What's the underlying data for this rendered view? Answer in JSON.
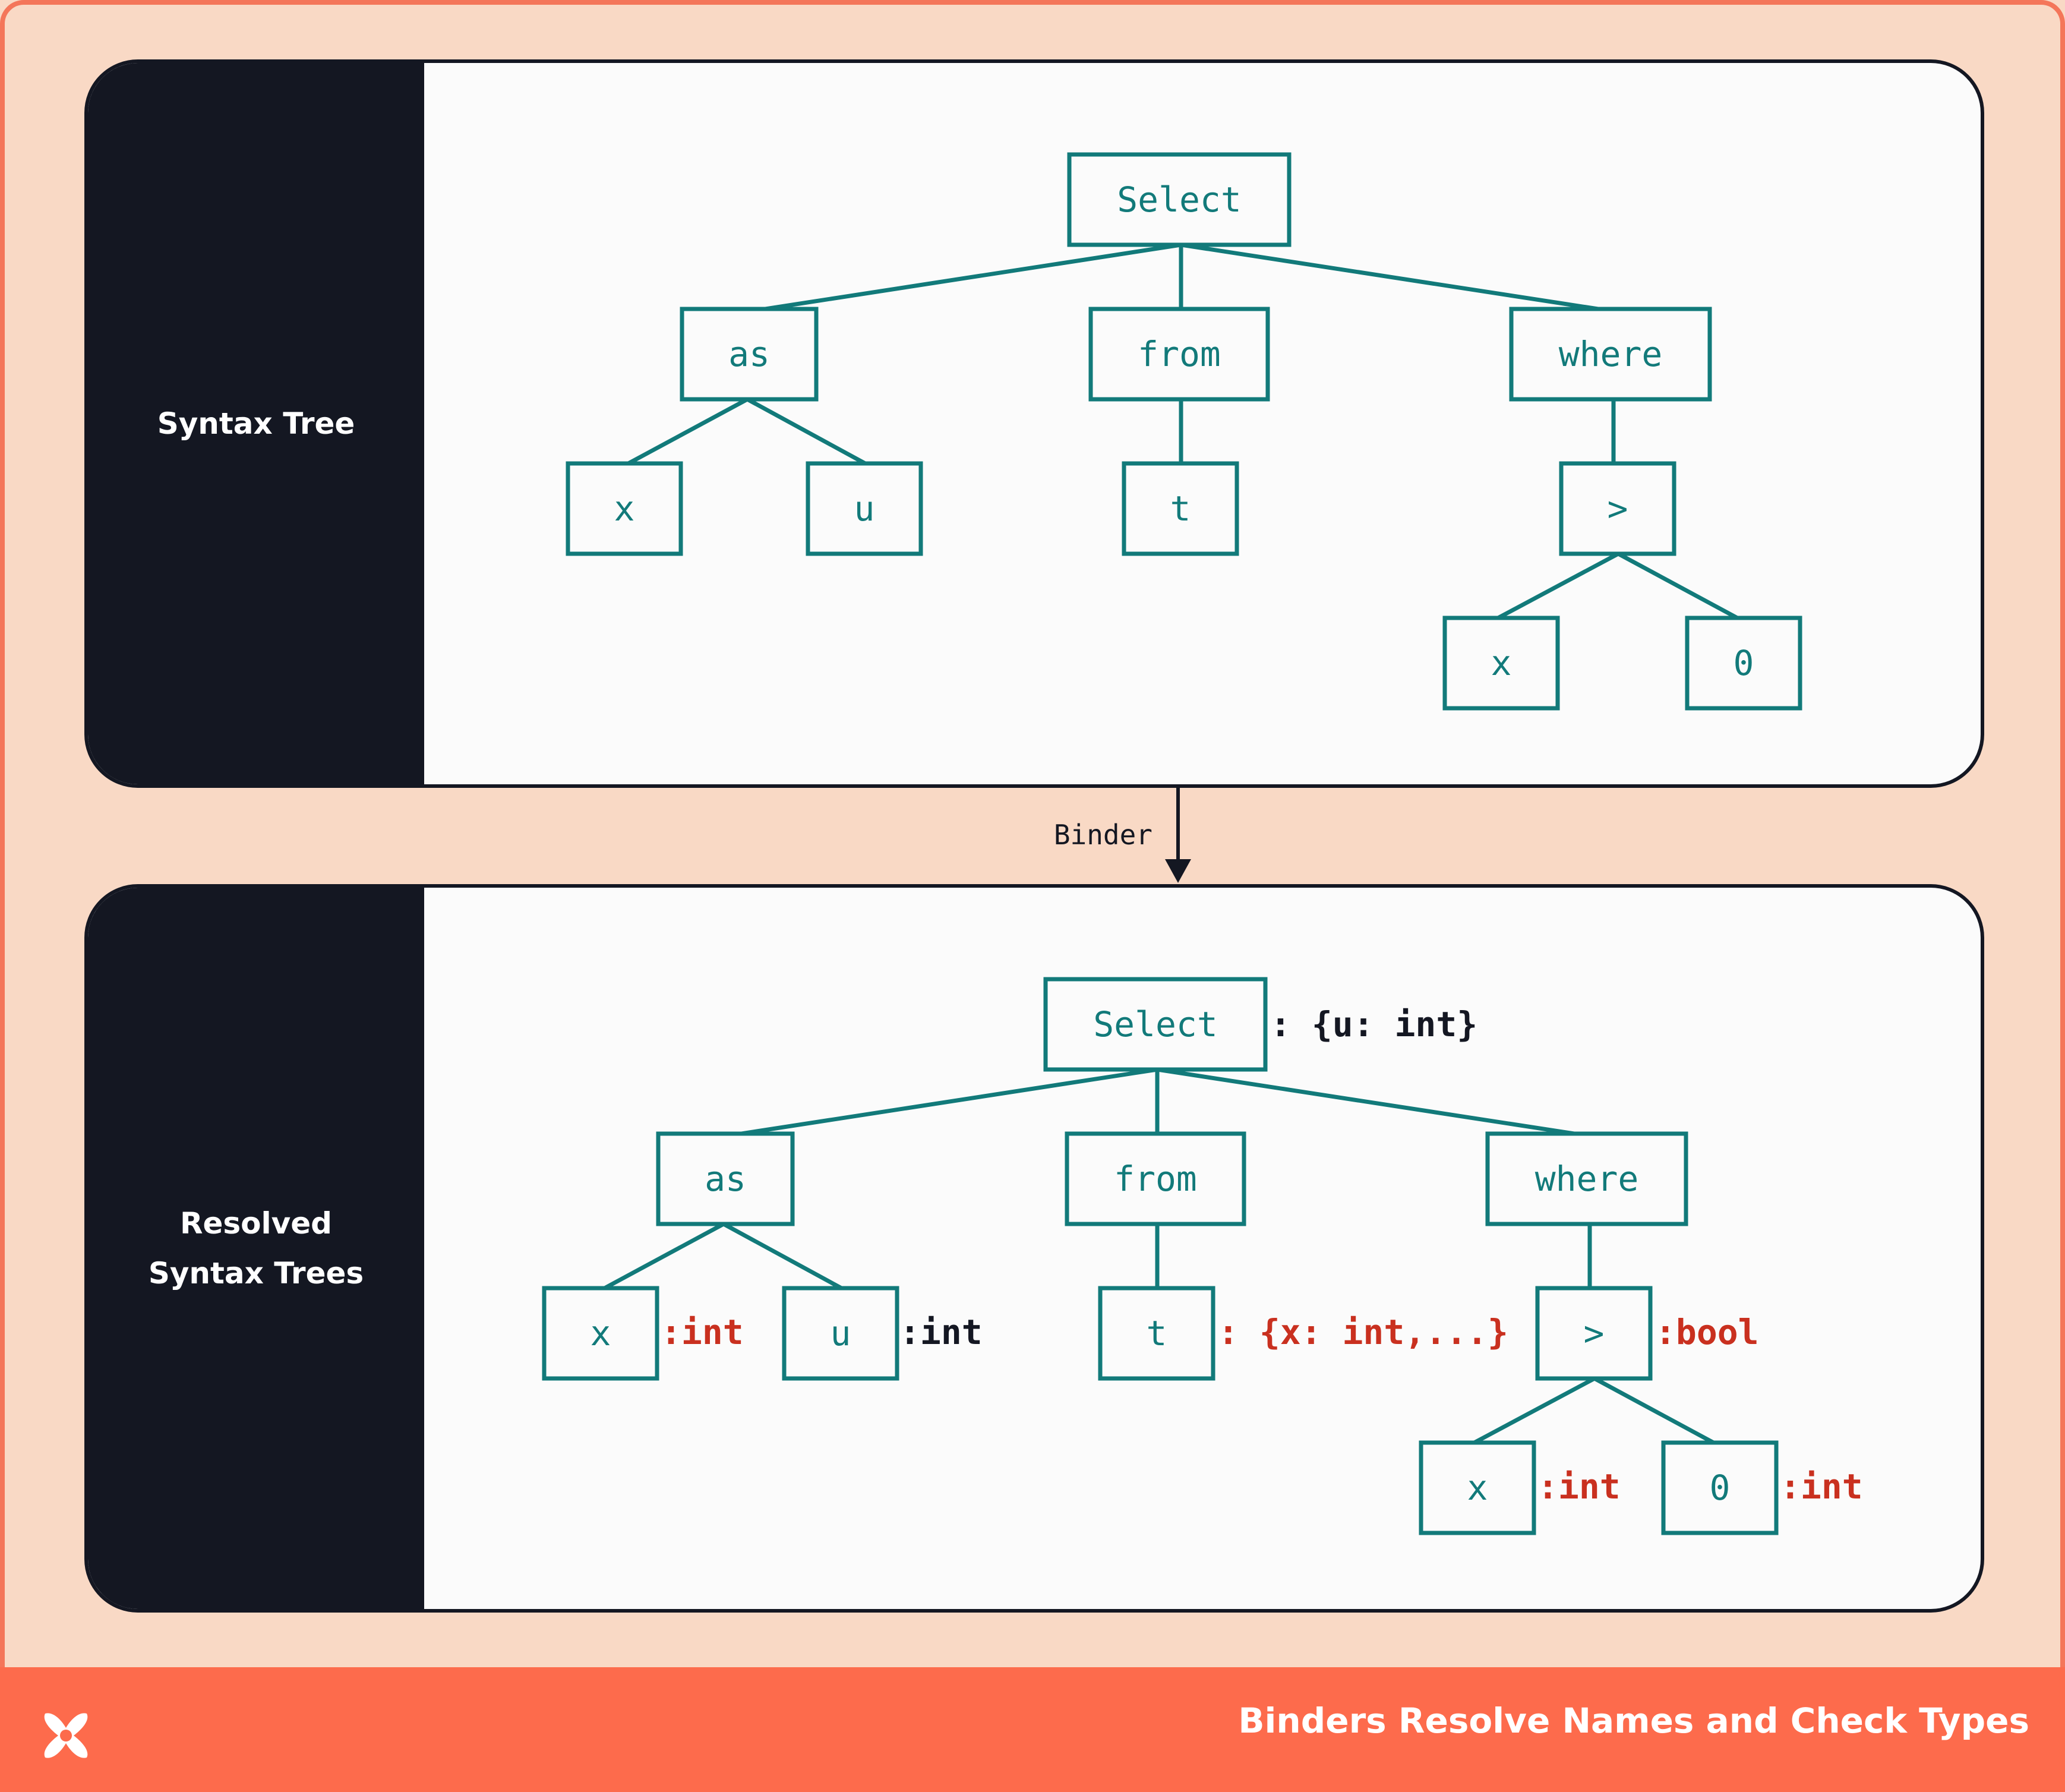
{
  "colors": {
    "node": "#127a7a",
    "annotation_red": "#c9301f",
    "annotation_dark": "#141722",
    "footer": "#fd6b4c",
    "background": "#f9d9c5"
  },
  "top_panel": {
    "label": "Syntax Tree",
    "nodes": {
      "select": "Select",
      "as": "as",
      "from": "from",
      "where": "where",
      "x": "x",
      "u": "u",
      "t": "t",
      "gt": ">",
      "x2": "x",
      "zero": "0"
    }
  },
  "arrow": {
    "label": "Binder"
  },
  "bottom_panel": {
    "label_line1": "Resolved",
    "label_line2": "Syntax Trees",
    "nodes": {
      "select": "Select",
      "as": "as",
      "from": "from",
      "where": "where",
      "x": "x",
      "u": "u",
      "t": "t",
      "gt": ">",
      "x2": "x",
      "zero": "0"
    },
    "annotations": {
      "select": ": {u: int}",
      "x": ":int",
      "u": ":int",
      "t": ": {x: int,...}",
      "gt": ":bool",
      "x2": ":int",
      "zero": ":int"
    }
  },
  "footer": {
    "logo_icon": "dbos-x-logo-icon",
    "title": "Binders Resolve Names and Check Types"
  }
}
